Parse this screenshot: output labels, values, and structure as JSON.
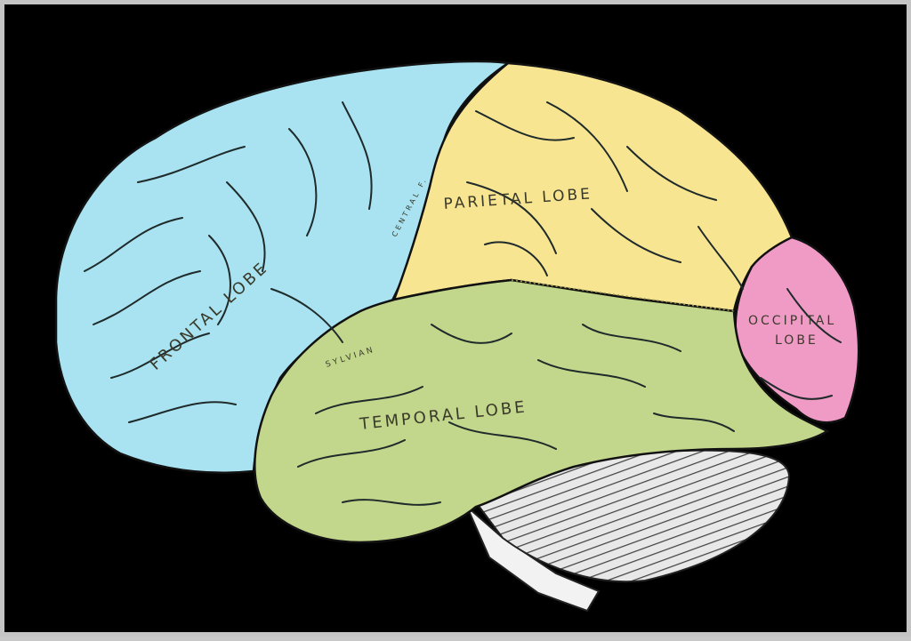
{
  "diagram": {
    "labels": {
      "frontal": "FRONTAL LOBE",
      "parietal": "PARIETAL LOBE",
      "occipital_1": "OCCIPITAL",
      "occipital_2": "LOBE",
      "temporal": "TEMPORAL LOBE",
      "sylvian": "SYLVIAN",
      "central": "CENTRAL F."
    },
    "colors": {
      "frontal": "#a9e3f1",
      "parietal": "#f8e592",
      "occipital": "#f09ac6",
      "temporal": "#c2d68c",
      "cerebellum": "#e6e6e6",
      "background": "#000000",
      "border": "#c4c4c4"
    }
  }
}
